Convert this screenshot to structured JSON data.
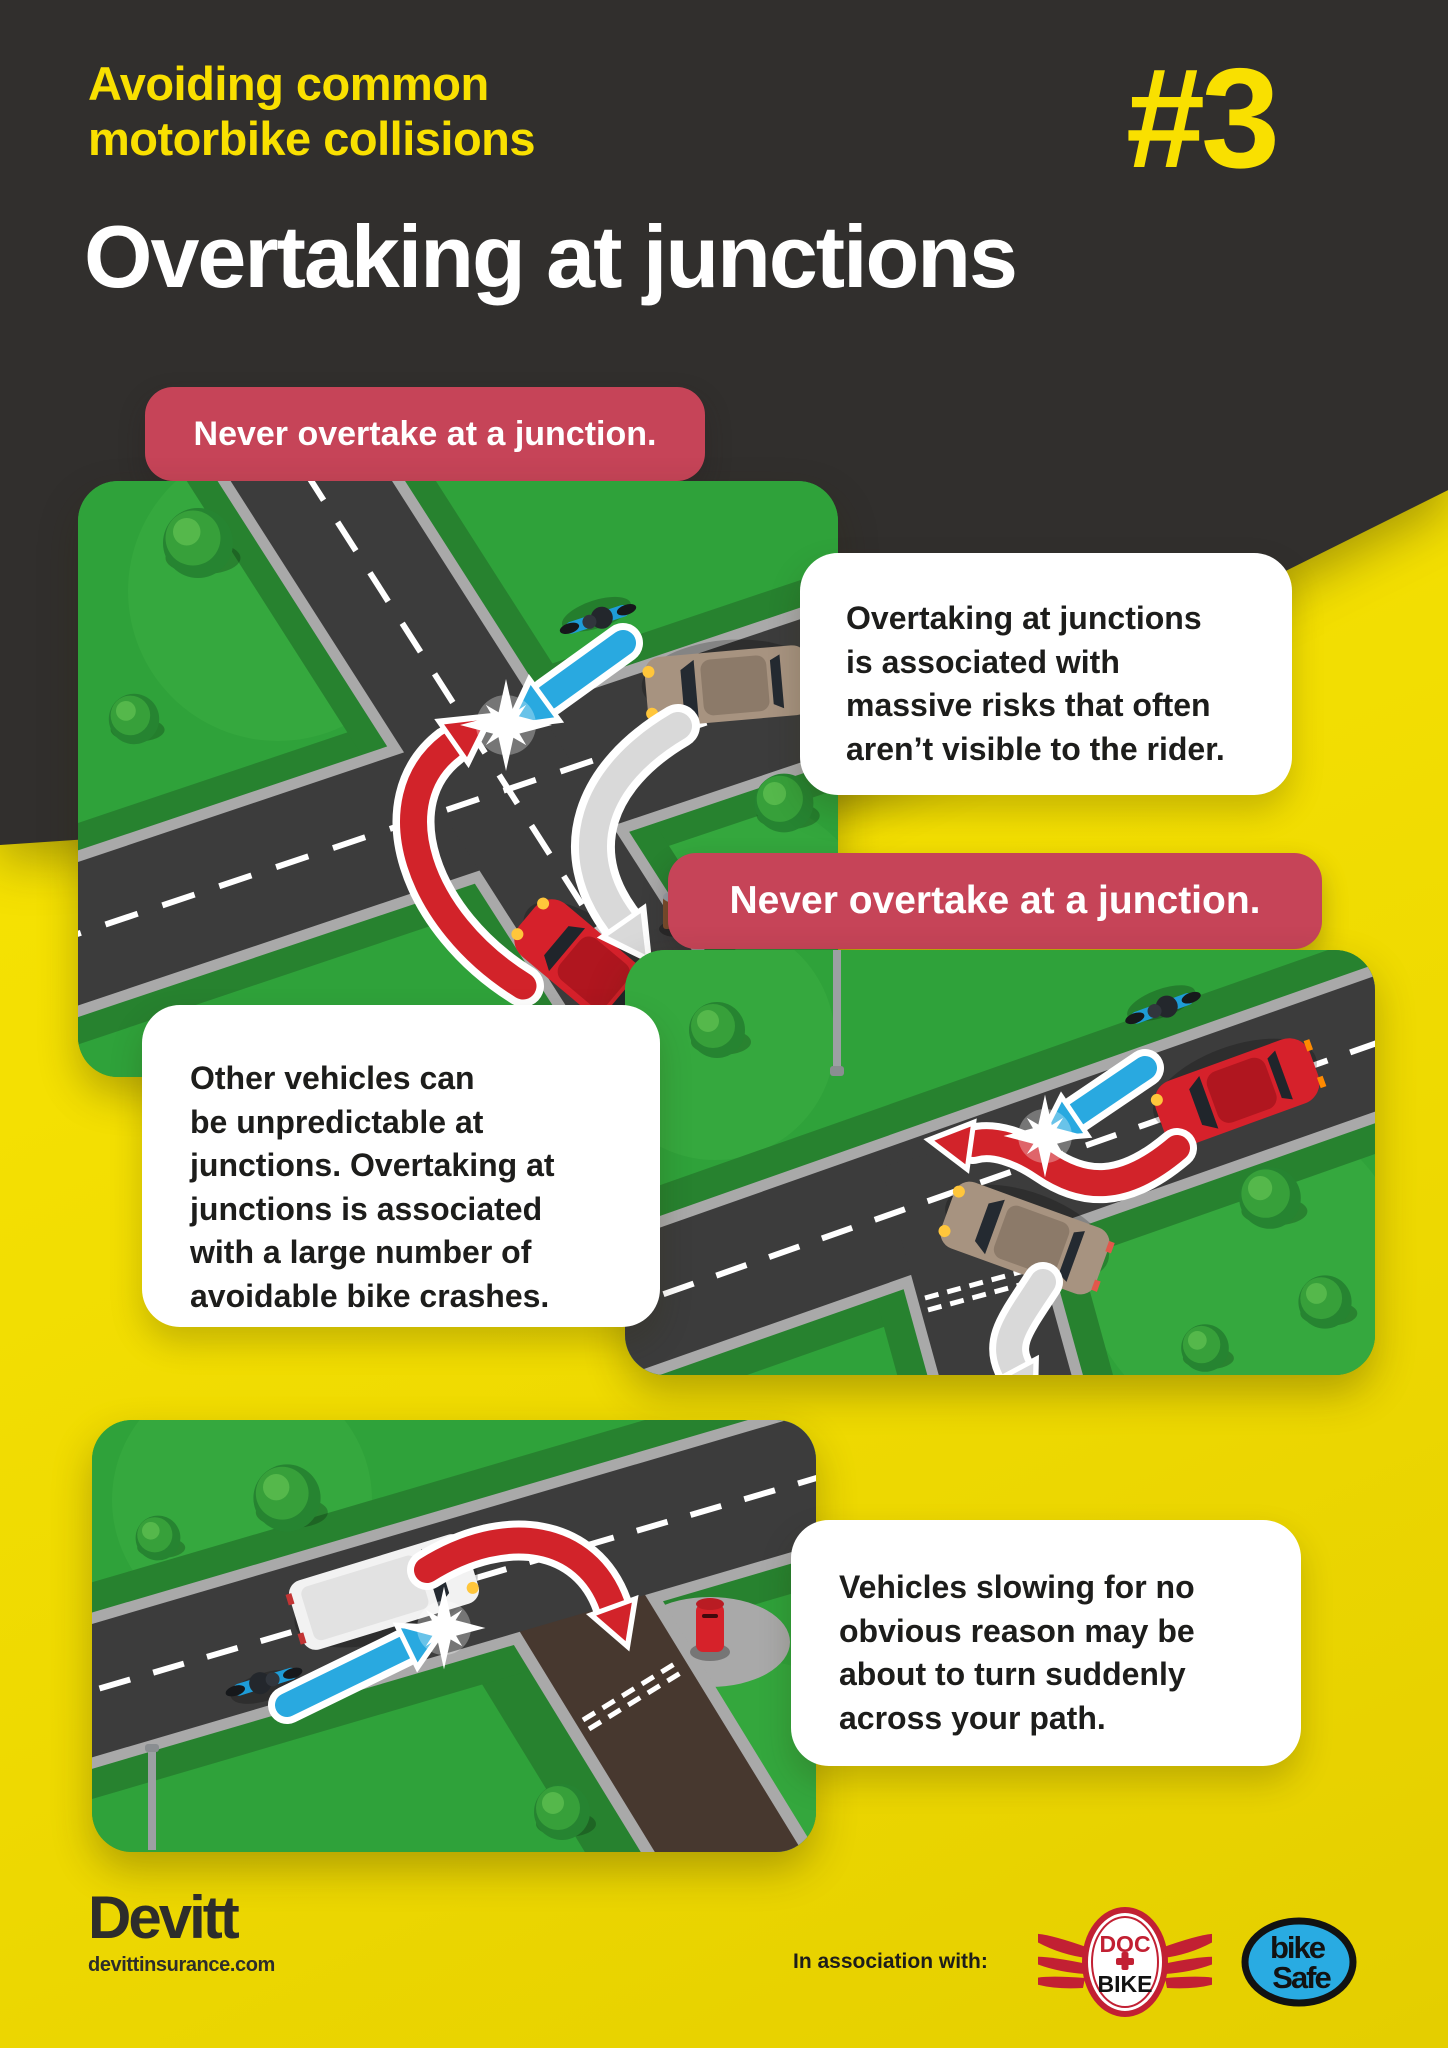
{
  "header": {
    "kicker": "Avoiding common\nmotorbike collisions",
    "number": "#3",
    "title": "Overtaking at junctions"
  },
  "badges": {
    "first": "Never overtake at a junction.",
    "second": "Never overtake at a junction."
  },
  "bubbles": {
    "first": "Overtaking at junctions\nis associated with\nmassive risks that often\naren’t visible to the rider.",
    "second": "Other vehicles can\nbe unpredictable at\njunctions. Overtaking at\njunctions is associated\nwith a large number of\navoidable bike crashes.",
    "third": "Vehicles slowing for no\nobvious reason may be\nabout to turn suddenly\nacross your path."
  },
  "footer": {
    "brand": "Devitt",
    "brand_url": "devittinsurance.com",
    "association_label": "In association with:",
    "doc_bike": {
      "line1": "DOC",
      "line2": "BIKE"
    },
    "bike_safe": {
      "line1": "bike",
      "line2": "Safe"
    }
  },
  "colors": {
    "background_yellow": "#F3DF00",
    "header_dark": "#312F2D",
    "badge_red": "#C64458",
    "heading_yellow": "#F9E000",
    "title_white": "#FFFFFF",
    "text_black": "#1D1D1B",
    "arrow_red": "#D2232A",
    "arrow_blue": "#29A9E0",
    "arrow_grey": "#D9D9D9",
    "grass_green": "#2FA23A",
    "road_grey": "#3C3C3C",
    "docbike_red": "#C22033",
    "bikesafe_blue": "#29ABE2"
  }
}
